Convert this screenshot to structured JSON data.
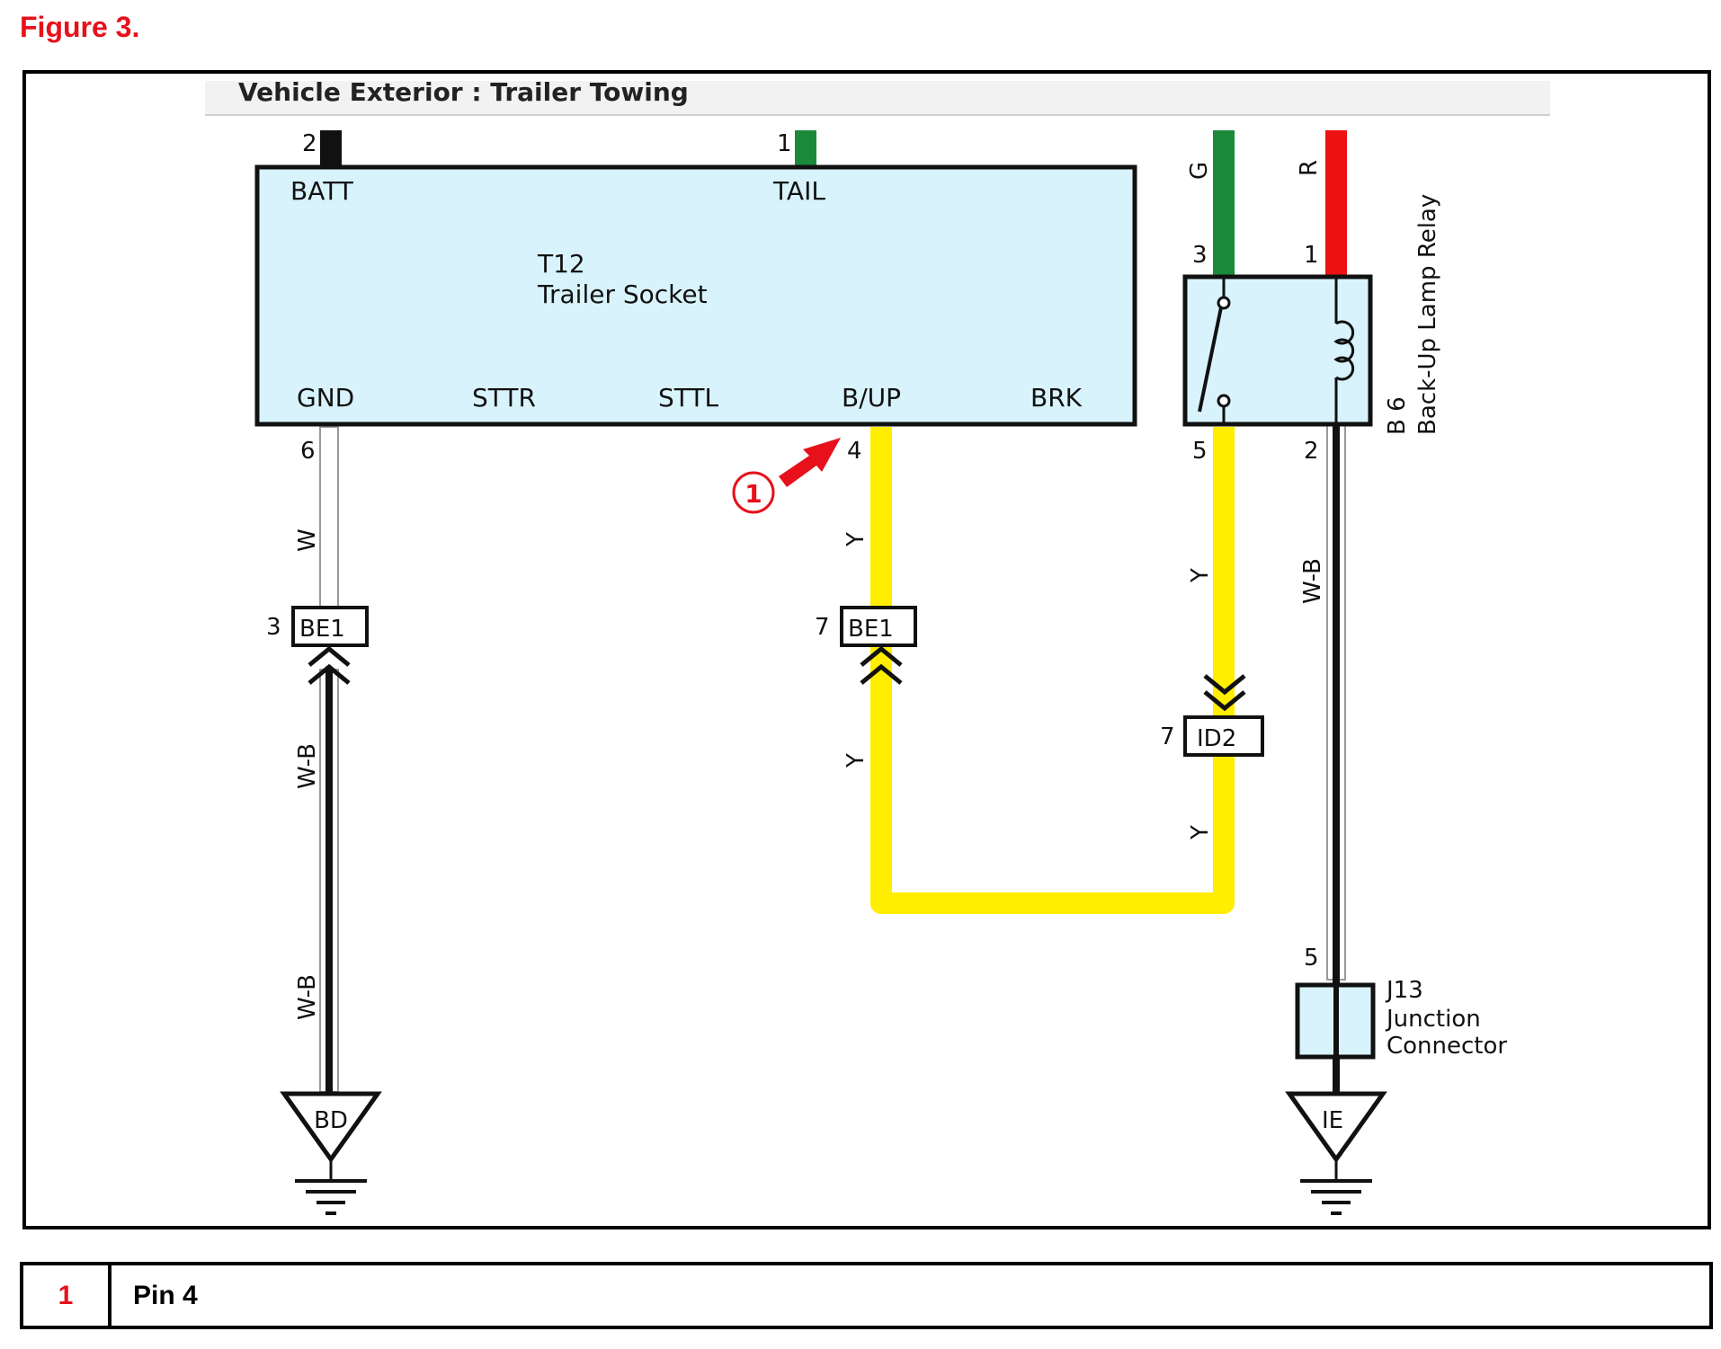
{
  "figure_title": "Figure 3.",
  "diagram": {
    "header": "Vehicle Exterior : Trailer Towing",
    "socket": {
      "id": "T12",
      "name": "Trailer Socket",
      "top_terminals": [
        {
          "label": "BATT",
          "pin": "2"
        },
        {
          "label": "TAIL",
          "pin": "1"
        }
      ],
      "bottom_terminals": [
        "GND",
        "STTR",
        "STTL",
        "B/UP",
        "BRK"
      ],
      "pins": {
        "gnd": "6",
        "bup": "4"
      }
    },
    "relay": {
      "id": "B 6",
      "name": "Back-Up Lamp Relay",
      "pins": {
        "p3": "3",
        "p1": "1",
        "p5": "5",
        "p2": "2"
      },
      "wire_colors": {
        "g": "G",
        "r": "R"
      }
    },
    "connectors": {
      "be1_left": {
        "label": "BE1",
        "pin": "3"
      },
      "be1_mid": {
        "label": "BE1",
        "pin": "7"
      },
      "id2": {
        "label": "ID2",
        "pin": "7"
      }
    },
    "wire_labels": {
      "w": "W",
      "wb": "W-B",
      "y": "Y"
    },
    "junction": {
      "id": "J13",
      "line1": "Junction",
      "line2": "Connector",
      "pin": "5"
    },
    "grounds": {
      "left": "BD",
      "right": "IE"
    },
    "callout": "1",
    "colors": {
      "socket_fill": "#d8f3fb",
      "yellow_wire": "#ffee00",
      "green_wire": "#1a8a3a",
      "red_wire": "#ee1111",
      "callout_red": "#e8101a"
    }
  },
  "legend": {
    "number": "1",
    "text": "Pin 4"
  }
}
